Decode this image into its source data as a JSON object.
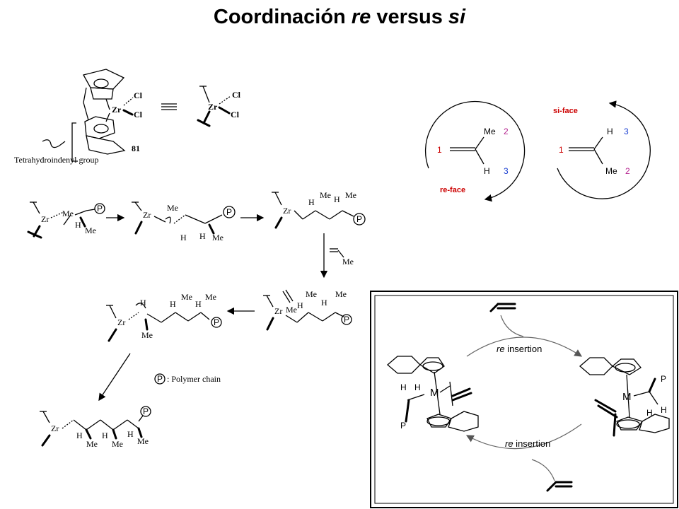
{
  "title": {
    "part1": "Coordinación ",
    "italic1": "re",
    "part2": " versus ",
    "italic2": "si"
  },
  "catalyst": {
    "zr": "Zr",
    "cl": "Cl",
    "group_label": "Tetrahydroindenyl group",
    "compound_number": "81"
  },
  "mechanism": {
    "zr": "Zr",
    "me": "Me",
    "h": "H",
    "p": "P",
    "polymer_chain_label": ": Polymer chain"
  },
  "faces": {
    "re_face": "re-face",
    "si_face": "si-face",
    "me": "Me",
    "h": "H",
    "n1": "1",
    "n2": "2",
    "n3": "3"
  },
  "cycle_box": {
    "re_insertion_top": "re insertion",
    "re_insertion_bottom": "re insertion",
    "m": "M",
    "h": "H",
    "p": "P"
  }
}
